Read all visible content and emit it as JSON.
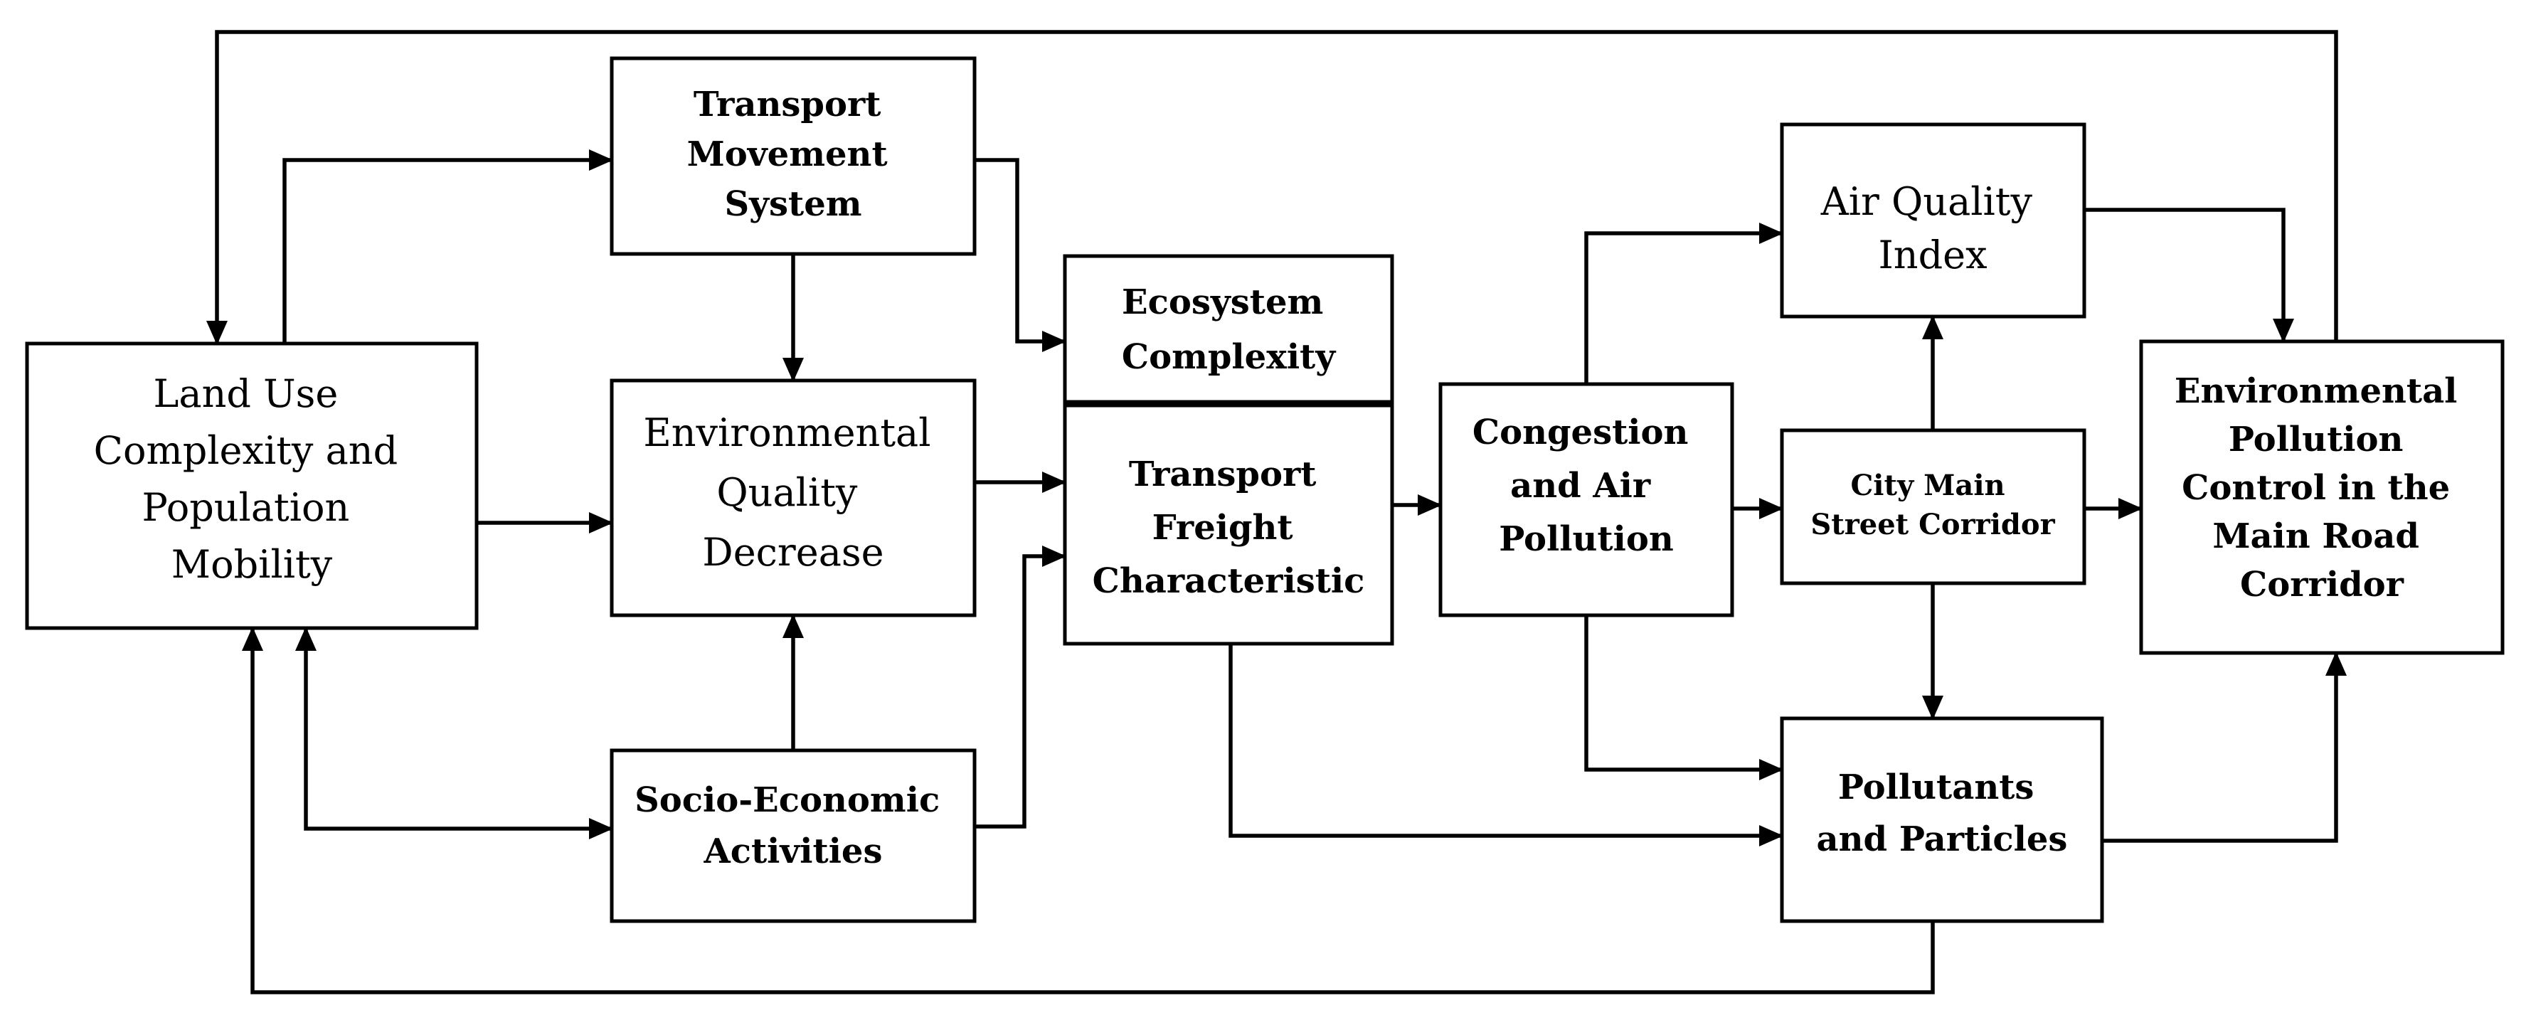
{
  "nodes": {
    "transport_movement": {
      "lines": [
        "Transport",
        "Movement",
        "System"
      ]
    },
    "ecosystem": {
      "lines": [
        "Ecosystem",
        "Complexity"
      ]
    },
    "land_use": {
      "lines": [
        "Land Use",
        "Complexity and",
        "Population",
        "Mobility"
      ]
    },
    "env_quality": {
      "lines": [
        "Environmental",
        "Quality",
        "Decrease"
      ]
    },
    "freight": {
      "lines": [
        "Transport",
        "Freight",
        "Characteristic"
      ]
    },
    "congestion": {
      "lines": [
        "Congestion",
        "and Air",
        "Pollution"
      ]
    },
    "air_quality": {
      "lines": [
        "Air Quality",
        "Index"
      ]
    },
    "city_main": {
      "lines": [
        "City Main",
        "Street Corridor"
      ]
    },
    "env_control": {
      "lines": [
        "Environmental",
        "Pollution",
        "Control in the",
        "Main Road",
        "Corridor"
      ]
    },
    "socio": {
      "lines": [
        "Socio-Economic",
        "Activities"
      ]
    },
    "pollutants": {
      "lines": [
        "Pollutants",
        "and Particles"
      ]
    }
  },
  "edges": [
    {
      "from": "land_use",
      "to": "transport_movement"
    },
    {
      "from": "transport_movement",
      "to": "env_quality"
    },
    {
      "from": "transport_movement",
      "to": "ecosystem"
    },
    {
      "from": "land_use",
      "to": "env_quality"
    },
    {
      "from": "env_quality",
      "to": "freight"
    },
    {
      "from": "socio",
      "to": "env_quality"
    },
    {
      "from": "socio",
      "to": "freight"
    },
    {
      "from": "socio",
      "to": "land_use",
      "bidirectional": true
    },
    {
      "from": "freight",
      "to": "congestion"
    },
    {
      "from": "freight",
      "to": "pollutants"
    },
    {
      "from": "congestion",
      "to": "air_quality"
    },
    {
      "from": "congestion",
      "to": "city_main"
    },
    {
      "from": "congestion",
      "to": "pollutants"
    },
    {
      "from": "city_main",
      "to": "air_quality"
    },
    {
      "from": "city_main",
      "to": "pollutants"
    },
    {
      "from": "city_main",
      "to": "env_control"
    },
    {
      "from": "air_quality",
      "to": "env_control"
    },
    {
      "from": "pollutants",
      "to": "env_control"
    },
    {
      "from": "env_control",
      "to": "land_use"
    },
    {
      "from": "pollutants",
      "to": "land_use"
    }
  ]
}
